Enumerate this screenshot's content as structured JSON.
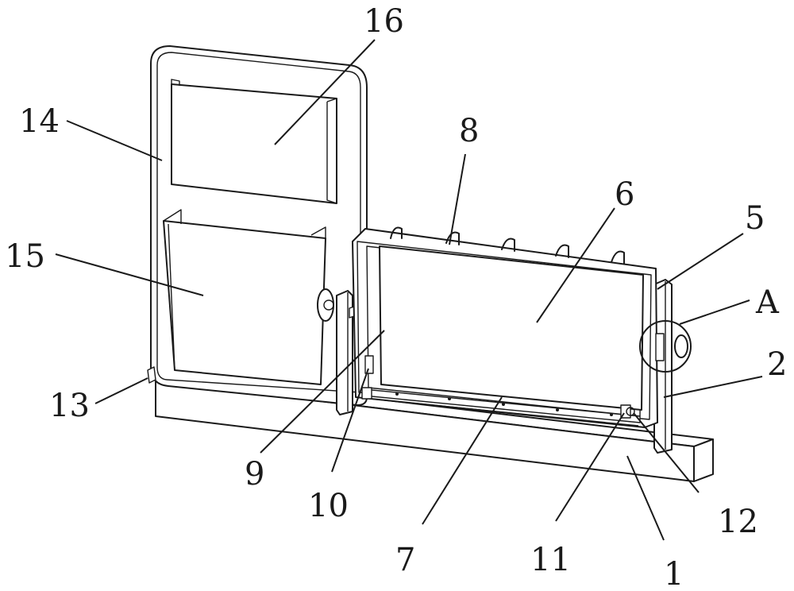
{
  "figure": {
    "labels": {
      "part_1": "1",
      "part_2": "2",
      "part_5": "5",
      "part_6": "6",
      "part_7": "7",
      "part_8": "8",
      "part_9": "9",
      "part_10": "10",
      "part_11": "11",
      "part_12": "12",
      "part_13": "13",
      "part_14": "14",
      "part_15": "15",
      "part_16": "16",
      "detail_A": "A"
    }
  }
}
